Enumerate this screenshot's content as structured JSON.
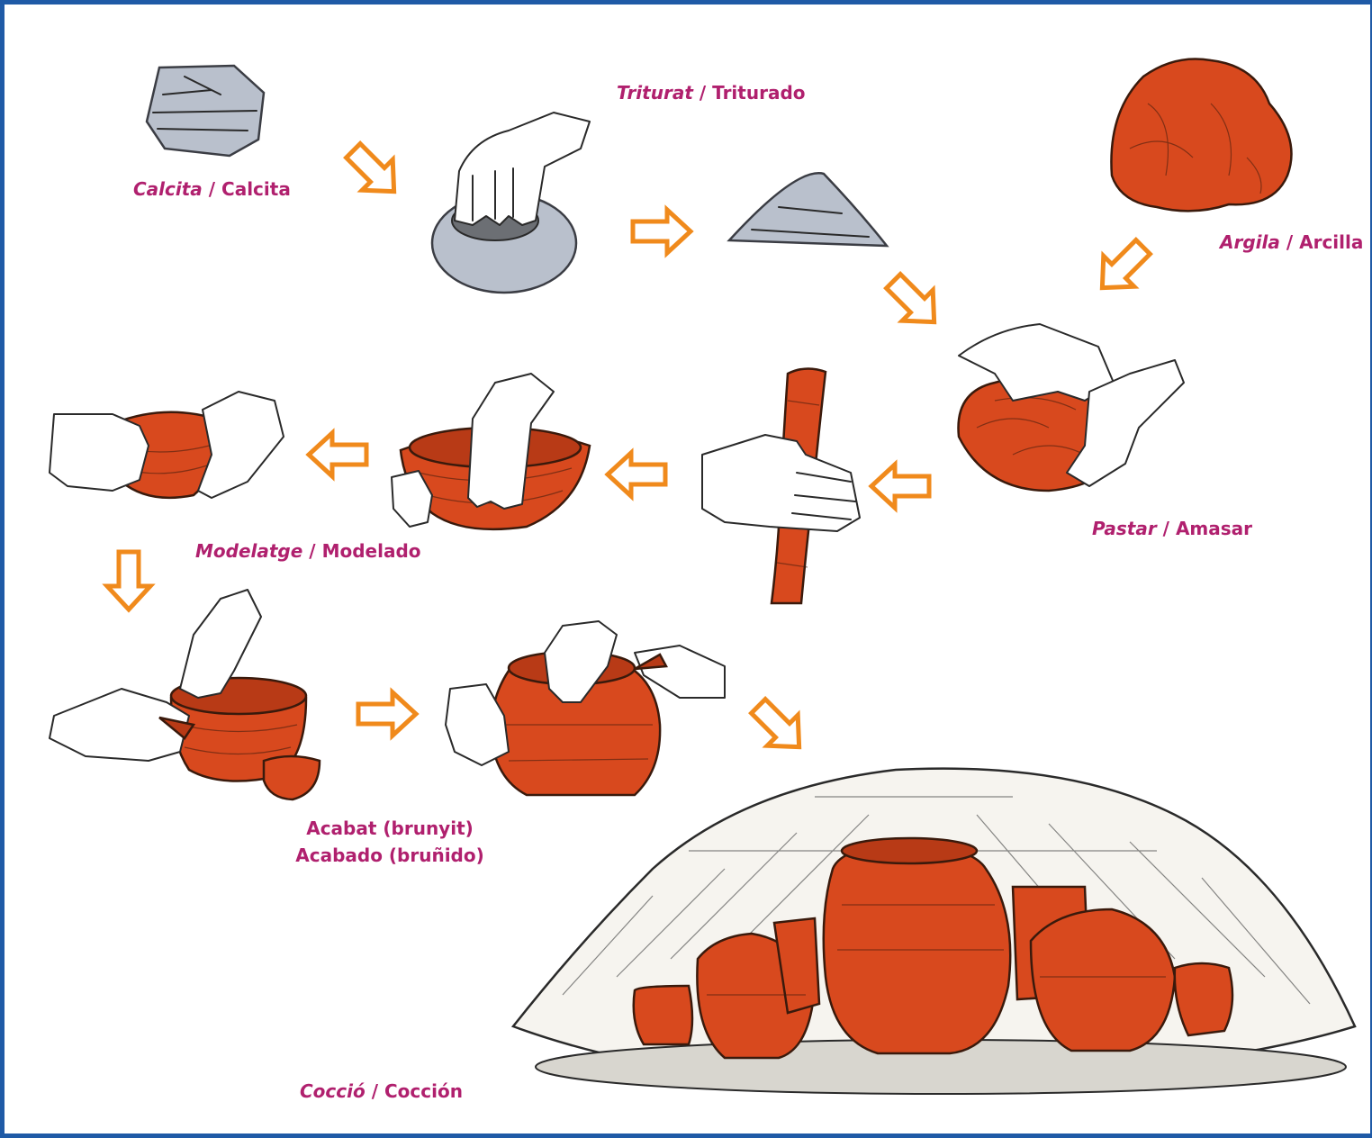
{
  "steps": {
    "calcita": {
      "ca": "Calcita",
      "es": "Calcita"
    },
    "triturat": {
      "ca": "Triturat",
      "es": "Triturado"
    },
    "argila": {
      "ca": "Argila",
      "es": "Arcilla"
    },
    "pastar": {
      "ca": "Pastar",
      "es": "Amasar"
    },
    "modelatge": {
      "ca": "Modelatge",
      "es": "Modelado"
    },
    "acabat": {
      "line1": "Acabat (brunyit)",
      "line2": "Acabado (bruñido)"
    },
    "coccio": {
      "ca": "Cocció",
      "es": "Cocción"
    }
  },
  "separator": " / ",
  "colors": {
    "frame": "#1f5aa6",
    "label": "#b0206e",
    "arrow": "#f08a1c",
    "clay": "#d8491e",
    "stone": "#b9c0cc"
  }
}
